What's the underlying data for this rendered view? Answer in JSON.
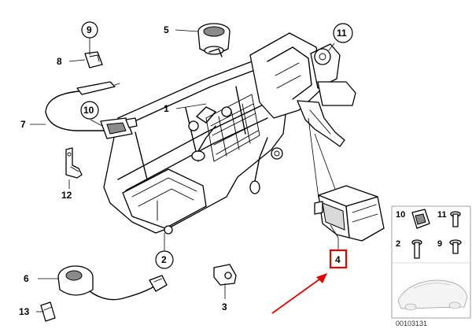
{
  "diagram": {
    "callouts": {
      "c1": "1",
      "c2": "2",
      "c3": "3",
      "c4": "4",
      "c5": "5",
      "c6": "6",
      "c7": "7",
      "c8": "8",
      "c9": "9",
      "c10": "10",
      "c11": "11",
      "c12": "12",
      "c13": "13"
    },
    "inset": {
      "labels": {
        "l10": "10",
        "l11": "11",
        "l2": "2",
        "l9": "9"
      },
      "doc_number": "00103131"
    },
    "highlight": {
      "color": "#e60000",
      "arrow_color": "#e60000"
    }
  }
}
